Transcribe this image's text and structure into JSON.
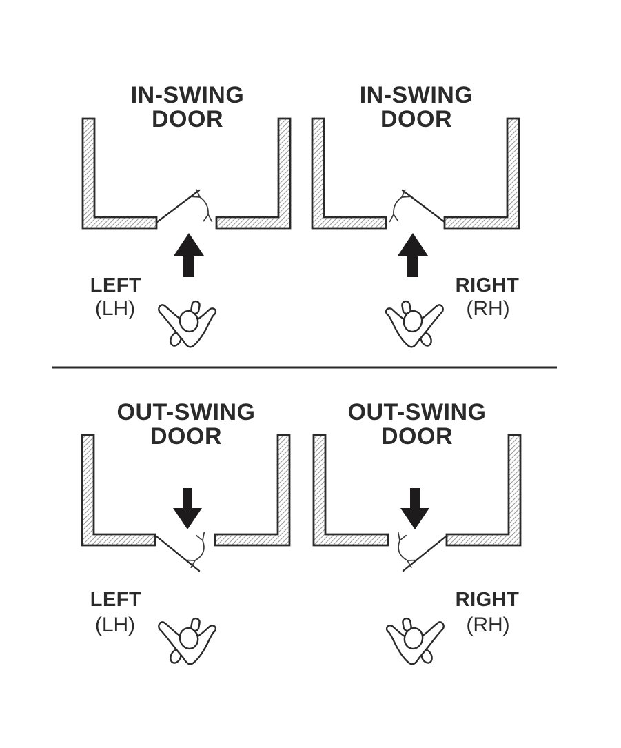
{
  "panels": [
    {
      "title_line1": "IN-SWING",
      "title_line2": "DOOR",
      "hand": "LEFT",
      "abbr": "(LH)"
    },
    {
      "title_line1": "IN-SWING",
      "title_line2": "DOOR",
      "hand": "RIGHT",
      "abbr": "(RH)"
    },
    {
      "title_line1": "OUT-SWING",
      "title_line2": "DOOR",
      "hand": "LEFT",
      "abbr": "(LH)"
    },
    {
      "title_line1": "OUT-SWING",
      "title_line2": "DOOR",
      "hand": "RIGHT",
      "abbr": "(RH)"
    }
  ],
  "colors": {
    "ink": "#2a2a2a",
    "arrow_fill": "#1d1b1c",
    "hatch": "#9c9c9c",
    "background": "#ffffff"
  },
  "icons": {
    "person": "person-top-view-icon",
    "direction_arrow": "direction-arrow-icon",
    "swing_arc": "swing-arc-double-arrow-icon",
    "door": "door-leaf-line",
    "wall": "hatched-wall-section"
  }
}
